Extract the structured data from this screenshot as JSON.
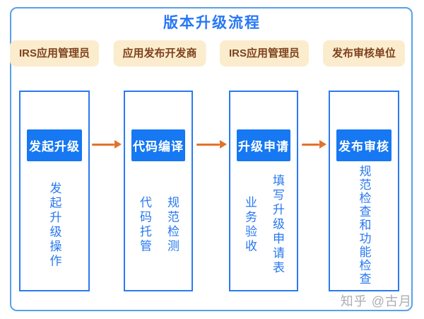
{
  "diagram": {
    "title": "版本升级流程",
    "watermark": "知乎 @古月",
    "roles": [
      {
        "label": "IRS应用管理员"
      },
      {
        "label": "应用发布开发商"
      },
      {
        "label": "IRS应用管理员"
      },
      {
        "label": "发布审核单位"
      }
    ],
    "steps": [
      {
        "label": "发起升级",
        "details": [
          "发起升级操作"
        ]
      },
      {
        "label": "代码编译",
        "details": [
          "代码托管",
          "规范检测"
        ]
      },
      {
        "label": "升级申请",
        "details": [
          "业务验收",
          "填写升级申请表"
        ]
      },
      {
        "label": "发布审核",
        "details": [
          "规范检查和功能检查"
        ]
      }
    ],
    "colors": {
      "step_box_blue": "#1678f2",
      "column_border_blue": "#2b7af0",
      "outer_border_blue": "#58a0ea",
      "title_blue": "#2777f5",
      "detail_text_blue": "#2878f0",
      "arrow_orange": "#e4712c",
      "role_badge_bg": "#fbeccd",
      "role_badge_text": "#7e421f"
    }
  }
}
